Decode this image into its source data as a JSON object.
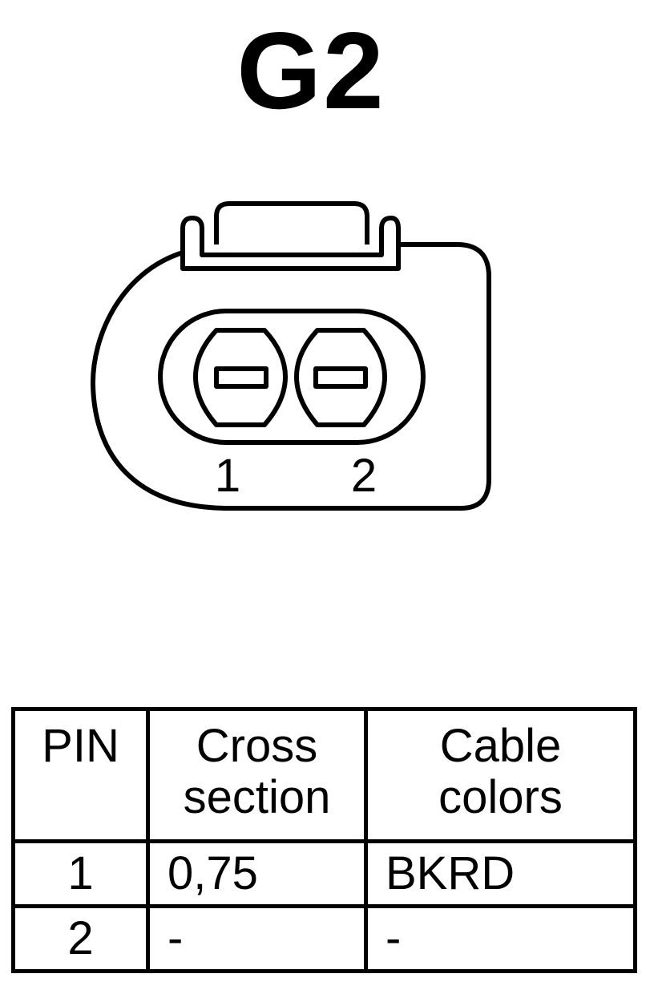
{
  "title": "G2",
  "connector": {
    "pin_labels": [
      "1",
      "2"
    ]
  },
  "table": {
    "headers": [
      {
        "line1": "PIN",
        "line2": ""
      },
      {
        "line1": "Cross",
        "line2": "section"
      },
      {
        "line1": "Cable",
        "line2": "colors"
      }
    ],
    "rows": [
      {
        "pin": "1",
        "cross_section": "0,75",
        "cable_color": "BKRD"
      },
      {
        "pin": "2",
        "cross_section": "-",
        "cable_color": "-"
      }
    ]
  }
}
